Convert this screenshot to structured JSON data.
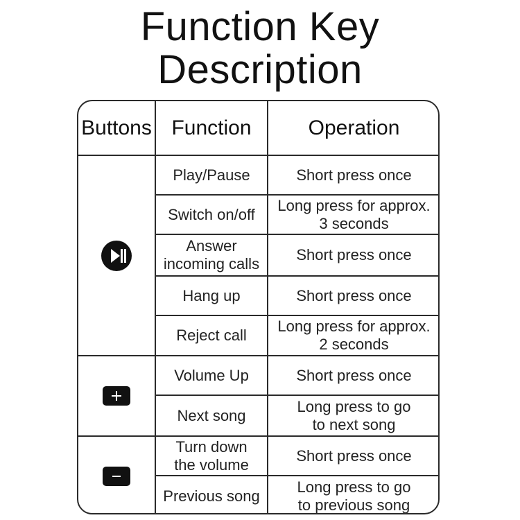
{
  "title": {
    "line1": "Function Key",
    "line2": "Description"
  },
  "headers": {
    "buttons": "Buttons",
    "function": "Function",
    "operation": "Operation"
  },
  "button_icons": [
    "play-pause-icon",
    "plus-icon",
    "minus-icon"
  ],
  "rows": [
    {
      "function": [
        "Play/Pause"
      ],
      "operation": [
        "Short press once"
      ]
    },
    {
      "function": [
        "Switch on/off"
      ],
      "operation": [
        "Long press for approx.",
        "3 seconds"
      ]
    },
    {
      "function": [
        "Answer",
        "incoming calls"
      ],
      "operation": [
        "Short press once"
      ]
    },
    {
      "function": [
        "Hang up"
      ],
      "operation": [
        "Short press once"
      ]
    },
    {
      "function": [
        "Reject call"
      ],
      "operation": [
        "Long press for approx.",
        "2 seconds"
      ]
    },
    {
      "function": [
        "Volume Up"
      ],
      "operation": [
        "Short press once"
      ]
    },
    {
      "function": [
        "Next song"
      ],
      "operation": [
        "Long press to go",
        "to next song"
      ]
    },
    {
      "function": [
        "Turn down",
        "the volume"
      ],
      "operation": [
        "Short press once"
      ]
    },
    {
      "function": [
        "Previous song"
      ],
      "operation": [
        "Long press to go",
        "to previous song"
      ]
    }
  ]
}
